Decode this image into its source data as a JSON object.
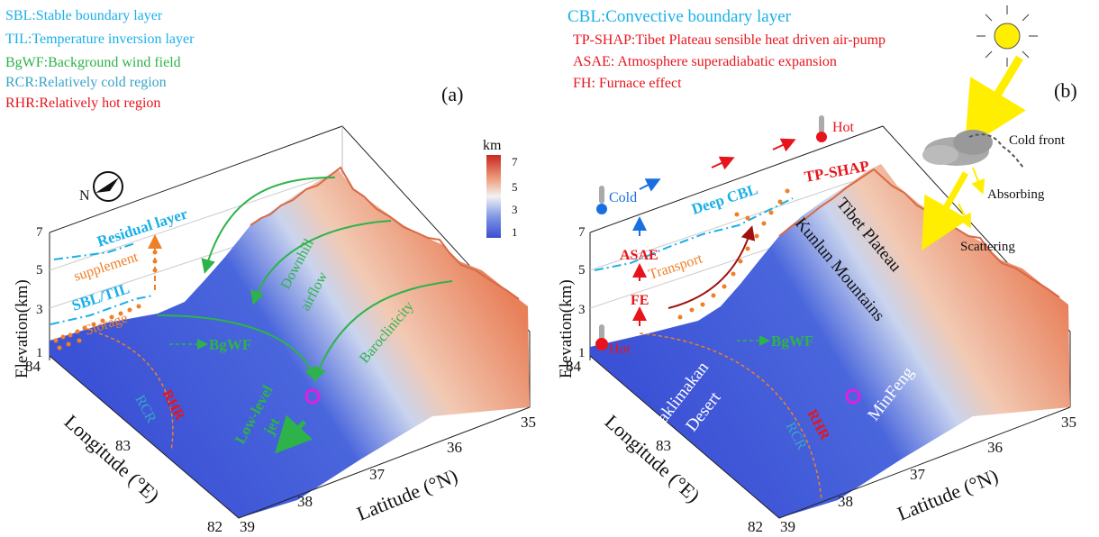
{
  "panel_a": {
    "label": "(a)",
    "legend": [
      {
        "text": "SBL:Stable boundary layer",
        "color": "#1ab0e8"
      },
      {
        "text": "TIL:Temperature inversion layer",
        "color": "#1ab0e8"
      },
      {
        "text": "BgWF:Background wind field",
        "color": "#2db34a"
      },
      {
        "text": "RCR:Relatively cold region",
        "color": "#3aa3c8"
      },
      {
        "text": "RHR:Relatively hot region",
        "color": "#e8141c"
      }
    ],
    "colorbar": {
      "title": "km",
      "ticks": [
        "7",
        "5",
        "3",
        "1"
      ]
    },
    "north": "N",
    "annotations": {
      "residual_layer": "Residual layer",
      "supplement": "supplement",
      "sbl_til": "SBL/TIL",
      "storage": "Storage",
      "bgwf": "BgWF",
      "downhill": "Downhill",
      "airflow": "airflow",
      "baroclinicity": "Baroclinicity",
      "low_level": "Low-level",
      "jet": "jet",
      "rhr": "RHR",
      "rcr": "RCR"
    },
    "axes": {
      "elevation_label": "Elevation(km)",
      "elevation_ticks": [
        "7",
        "5",
        "3",
        "1"
      ],
      "longitude_label": "Longitude (°E)",
      "longitude_ticks": [
        "84",
        "83",
        "82"
      ],
      "latitude_label": "Latitude (°N)",
      "latitude_ticks": [
        "39",
        "38",
        "37",
        "36",
        "35"
      ]
    }
  },
  "panel_b": {
    "label": "(b)",
    "legend": [
      {
        "text": "CBL:Convective boundary layer",
        "color": "#1ab0e8"
      },
      {
        "text": "TP-SHAP:Tibet Plateau sensible heat driven air-pump",
        "color": "#e8141c"
      },
      {
        "text": "ASAE: Atmosphere superadiabatic expansion",
        "color": "#e8141c"
      },
      {
        "text": "FH: Furnace effect",
        "color": "#e8141c"
      }
    ],
    "annotations": {
      "hot_top": "Hot",
      "hot_bottom": "Hot",
      "cold": "Cold",
      "cold_front": "Cold front",
      "absorbing": "Absorbing",
      "scattering": "Scattering",
      "tp_shap": "TP-SHAP",
      "deep_cbl": "Deep CBL",
      "asae": "ASAE",
      "transport": "Transport",
      "fe": "FE",
      "bgwf": "BgWF",
      "tibet_plateau": "Tibet Plateau",
      "kunlun": "Kunlun Mountains",
      "taklimakan": "Taklimakan",
      "desert": "Desert",
      "minfeng": "MinFeng",
      "rhr": "RHR",
      "rcr": "RCR"
    },
    "axes": {
      "elevation_label": "Elevation(km)",
      "elevation_ticks": [
        "7",
        "5",
        "3",
        "1"
      ],
      "longitude_label": "Longitude (°E)",
      "longitude_ticks": [
        "84",
        "83",
        "82"
      ],
      "latitude_label": "Latitude (°N)",
      "latitude_ticks": [
        "39",
        "38",
        "37",
        "36",
        "35"
      ]
    }
  },
  "colors": {
    "desert_blue": "#3d55d8",
    "mountain_orange": "#e8805a",
    "legend_cyan": "#1ab0e8",
    "green": "#2db34a",
    "red": "#e8141c",
    "orange": "#f07f26",
    "magenta": "#e020e0",
    "yellow": "#ffee00"
  }
}
